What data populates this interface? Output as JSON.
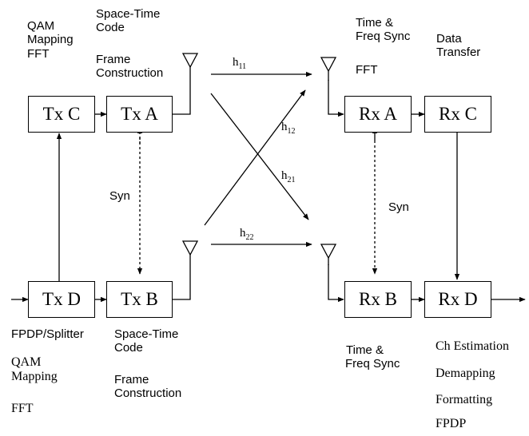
{
  "blocks": {
    "tx_c": "Tx C",
    "tx_a": "Tx A",
    "tx_d": "Tx D",
    "tx_b": "Tx B",
    "rx_a": "Rx A",
    "rx_c": "Rx C",
    "rx_b": "Rx B",
    "rx_d": "Rx D"
  },
  "labels": {
    "tx_c_l1": "QAM",
    "tx_c_l2": "Mapping",
    "tx_c_l3": "FFT",
    "tx_a_l1": "Space-Time",
    "tx_a_l2": "Code",
    "tx_a_l3": "Frame",
    "tx_a_l4": "Construction",
    "rx_a_l1": "Time &",
    "rx_a_l2": "Freq Sync",
    "rx_a_l3": "FFT",
    "rx_c_l1": "Data",
    "rx_c_l2": "Transfer",
    "syn_left": "Syn",
    "syn_right": "Syn",
    "tx_d_l1": "FPDP/Splitter",
    "tx_d_l2": "QAM",
    "tx_d_l3": "Mapping",
    "tx_d_l4": "FFT",
    "tx_b_l1": "Space-Time",
    "tx_b_l2": "Code",
    "tx_b_l3": "Frame",
    "tx_b_l4": "Construction",
    "rx_b_l1": "Time &",
    "rx_b_l2": "Freq Sync",
    "rx_d_l1": "Ch Estimation",
    "rx_d_l2": "Demapping",
    "rx_d_l3": "Formatting",
    "rx_d_l4": "FPDP"
  },
  "channels": {
    "h11": {
      "base": "h",
      "sub": "11"
    },
    "h12": {
      "base": "h",
      "sub": "12"
    },
    "h21": {
      "base": "h",
      "sub": "21"
    },
    "h22": {
      "base": "h",
      "sub": "22"
    }
  }
}
